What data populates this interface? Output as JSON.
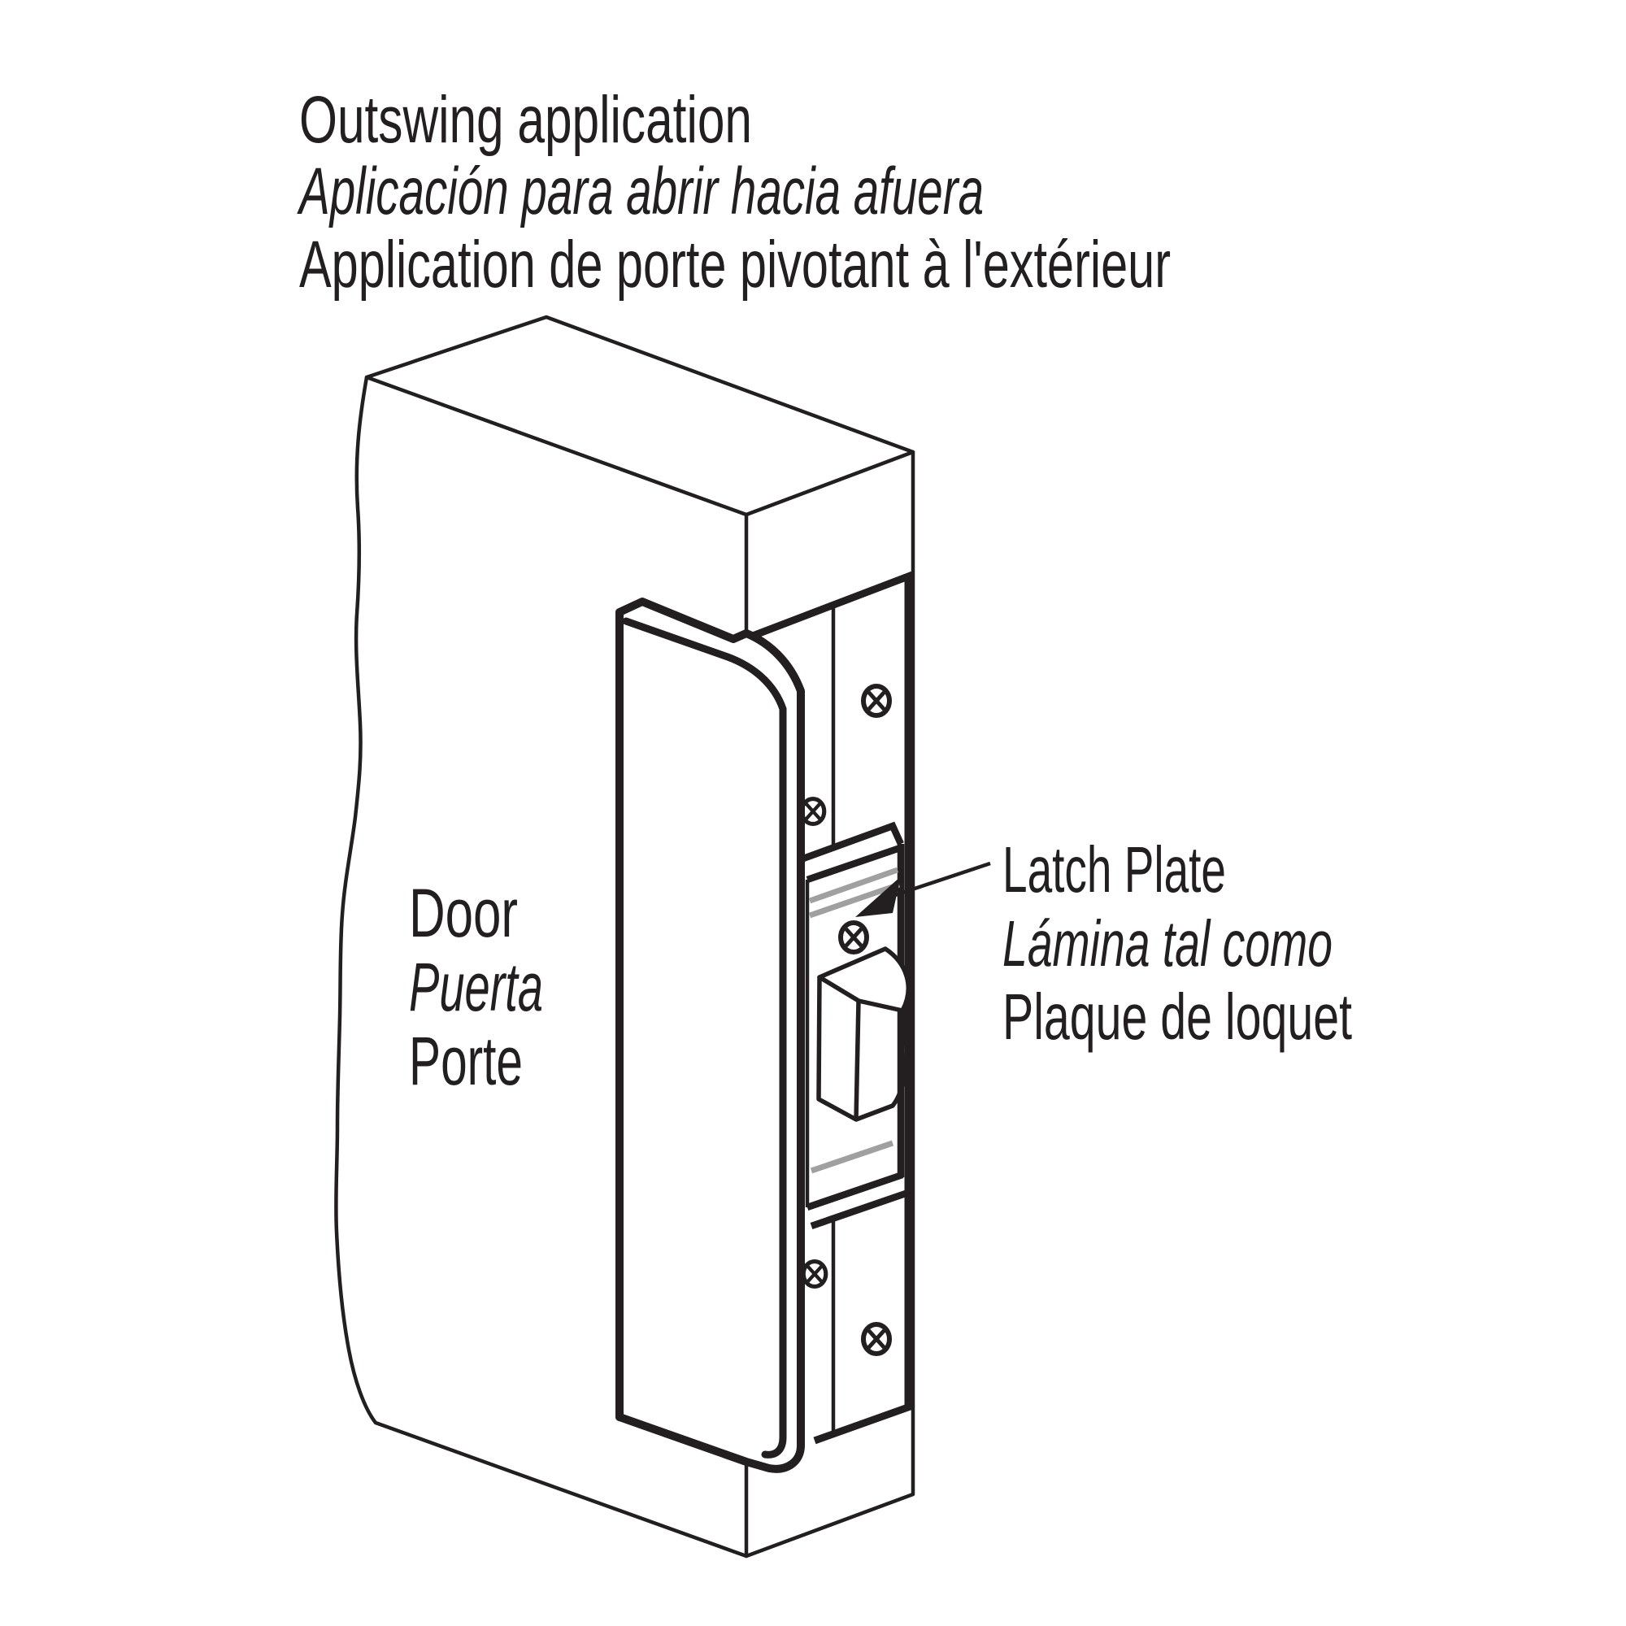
{
  "page": {
    "background": "#ffffff"
  },
  "colors": {
    "ink": "#231f20",
    "metal_gray": "#a0a0a0",
    "paper": "#ffffff"
  },
  "title": {
    "en": "Outswing application",
    "es": "Aplicación para abrir hacia afuera",
    "fr": "Application de porte pivotant à l'extérieur"
  },
  "door_label": {
    "en": "Door",
    "es": "Puerta",
    "fr": "Porte"
  },
  "latch_plate_label": {
    "en": "Latch Plate",
    "es": "Lámina tal como",
    "fr": "Plaque de loquet"
  },
  "diagram": {
    "screw_count": 5,
    "parts": [
      "door",
      "door-reinforcer-plate",
      "latch-plate",
      "latch-bolt",
      "latch-pocket"
    ]
  },
  "icons": {
    "screw": "circle-with-cross",
    "arrowhead": "filled-triangle"
  }
}
